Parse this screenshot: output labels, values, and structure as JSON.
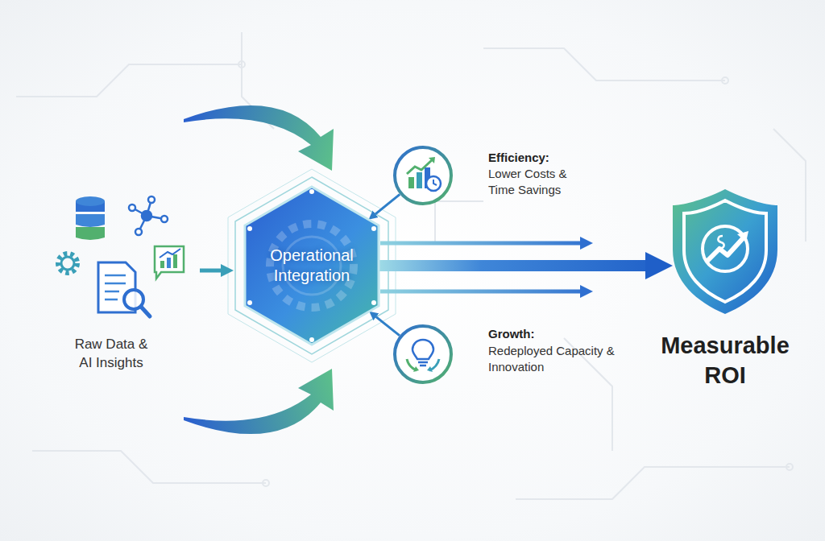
{
  "diagram": {
    "nodes": [
      {
        "text": [
          "Operational Integration"
        ]
      },
      {
        "text": [
          "Efficiency:",
          "Lower Costs & Time Savings"
        ]
      },
      {
        "text": [
          "Growth:",
          "Redeployed Capacity & Innovation"
        ]
      },
      {
        "text": [
          "Measurable ROI"
        ]
      }
    ],
    "edges": [
      {
        "from": 1,
        "to": 0,
        "arrow": "to"
      },
      {
        "from": 2,
        "to": 0,
        "arrow": "to"
      },
      {
        "from": 0,
        "to": 3,
        "arrow": "to"
      }
    ],
    "labels": [
      "Raw Data & AI Insights"
    ]
  }
}
